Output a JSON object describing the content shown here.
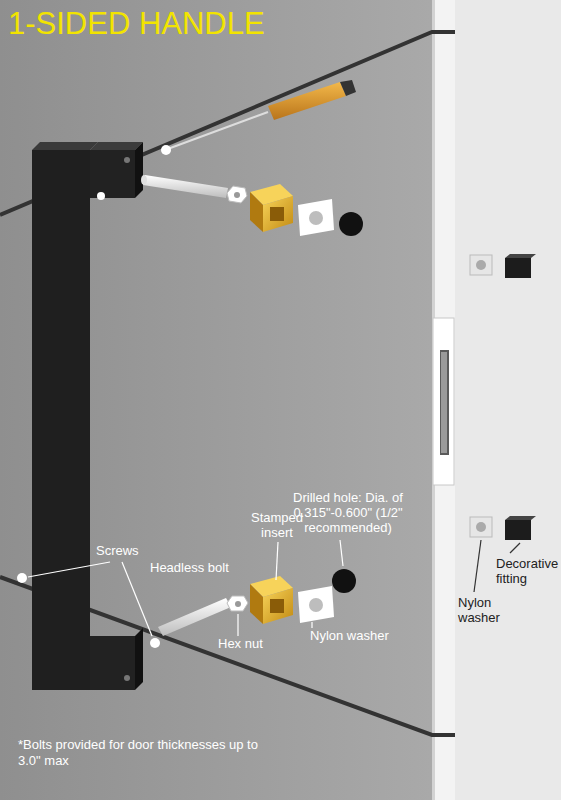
{
  "diagram": {
    "title": "1-SIDED HANDLE",
    "labels": [
      "Drilled hole: Dia. of 0.315\"-0.600\" (1/2\" recommended)",
      "Stamped insert",
      "Screws",
      "Decorative fitting",
      "Headless bolt",
      "Nylon washer",
      "Nylon washer",
      "Hex nut",
      "*Bolts provided for door thicknesses up to 3.0\" max"
    ]
  }
}
